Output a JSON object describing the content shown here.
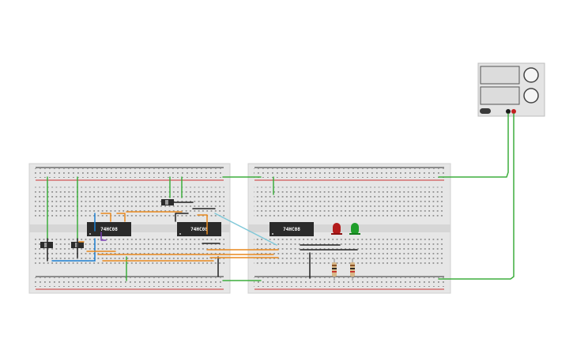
{
  "app": {
    "accent_wire_green": "#3dae3d",
    "wire_orange": "#e8891e",
    "wire_blue": "#1b7fd1",
    "wire_cyan": "#7fc8d8",
    "wire_black": "#222222",
    "wire_purple": "#7a3fb5"
  },
  "power_supply": {
    "name": "power-supply",
    "button_label": ""
  },
  "breadboards": [
    {
      "name": "breadboard-left"
    },
    {
      "name": "breadboard-right"
    }
  ],
  "chips": [
    {
      "name": "chip-u1",
      "label": "74HC08"
    },
    {
      "name": "chip-u2",
      "label": "74HC08"
    },
    {
      "name": "chip-u3",
      "label": "74HC08"
    }
  ],
  "leds": [
    {
      "name": "led-red",
      "color": "#b31b1b"
    },
    {
      "name": "led-green",
      "color": "#1f9e2a"
    }
  ]
}
